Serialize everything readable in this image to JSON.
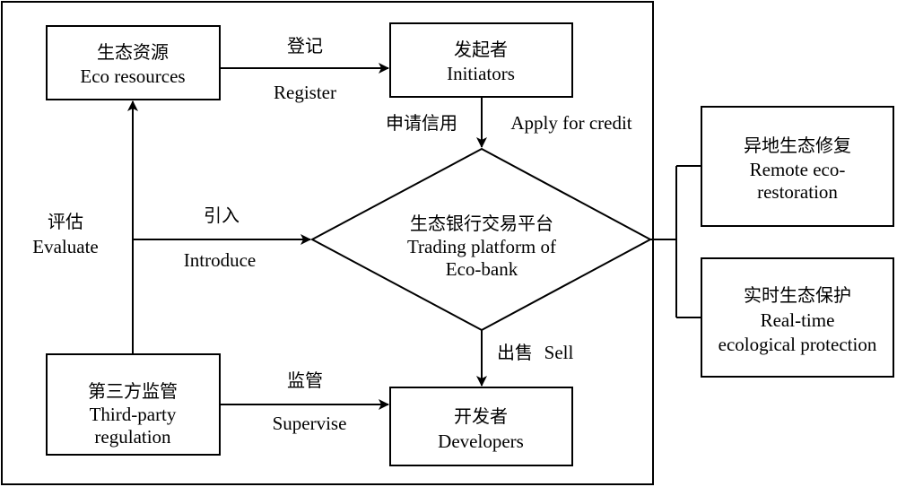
{
  "nodes": {
    "eco_resources": {
      "zh": "生态资源",
      "en": "Eco resources"
    },
    "initiators": {
      "zh": "发起者",
      "en": "Initiators"
    },
    "platform": {
      "zh": "生态银行交易平台",
      "en1": "Trading platform of",
      "en2": "Eco-bank"
    },
    "third_party": {
      "zh": "第三方监管",
      "en1": "Third-party",
      "en2": "regulation"
    },
    "developers": {
      "zh": "开发者",
      "en": "Developers"
    },
    "remote_restoration": {
      "zh": "异地生态修复",
      "en1": "Remote eco-",
      "en2": "restoration"
    },
    "realtime_protection": {
      "zh": "实时生态保护",
      "en1": "Real-time",
      "en2": "ecological protection"
    }
  },
  "edges": {
    "register": {
      "zh": "登记",
      "en": "Register"
    },
    "apply_credit": {
      "zh": "申请信用",
      "en": "Apply for credit"
    },
    "evaluate": {
      "zh": "评估",
      "en": "Evaluate"
    },
    "introduce": {
      "zh": "引入",
      "en": "Introduce"
    },
    "sell": {
      "zh": "出售",
      "en": "Sell"
    },
    "supervise": {
      "zh": "监管",
      "en": "Supervise"
    }
  }
}
